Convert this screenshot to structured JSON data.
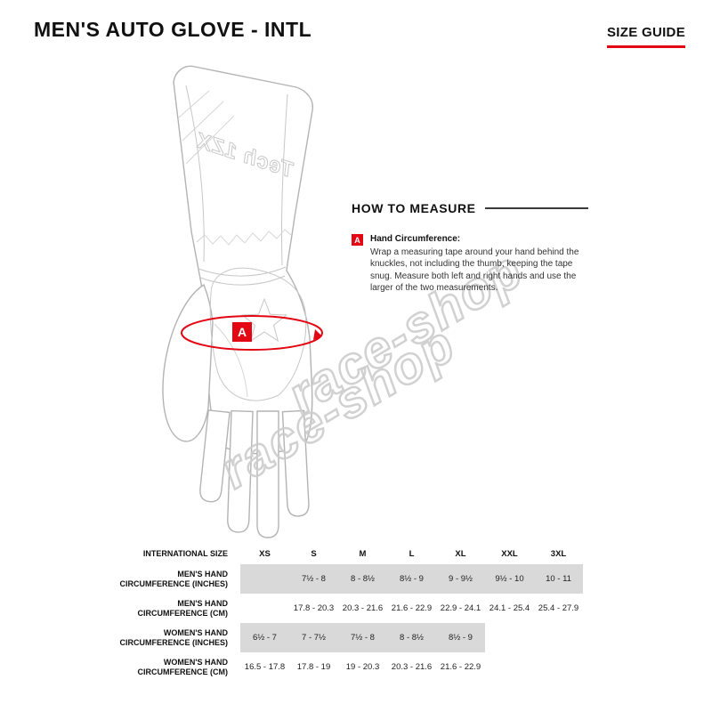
{
  "header": {
    "title": "MEN'S AUTO GLOVE - INTL",
    "size_guide_label": "SIZE GUIDE"
  },
  "colors": {
    "accent_red": "#e30613",
    "shaded_row": "#d9d9d9"
  },
  "glove": {
    "brand_text": "Tech 1ZX",
    "marker": "A"
  },
  "watermark": {
    "text": "race-shop"
  },
  "how_to_measure": {
    "heading": "HOW TO MEASURE",
    "marker": "A",
    "item_title": "Hand Circumference:",
    "item_text": "Wrap a measuring tape around your hand behind the knuckles, not including the thumb, keeping the tape snug. Measure both left and right hands and use the larger of the two measurements."
  },
  "size_table": {
    "header": [
      "INTERNATIONAL SIZE",
      "XS",
      "S",
      "M",
      "L",
      "XL",
      "XXL",
      "3XL"
    ],
    "rows": [
      {
        "label": "MEN'S HAND CIRCUMFERENCE (INCHES)",
        "cells": [
          "",
          "7½ - 8",
          "8 - 8½",
          "8½ - 9",
          "9 - 9½",
          "9½ - 10",
          "10 - 11"
        ]
      },
      {
        "label": "MEN'S HAND CIRCUMFERENCE (CM)",
        "cells": [
          "",
          "17.8 - 20.3",
          "20.3 - 21.6",
          "21.6 - 22.9",
          "22.9 - 24.1",
          "24.1 - 25.4",
          "25.4 - 27.9"
        ]
      },
      {
        "label": "WOMEN'S HAND CIRCUMFERENCE (INCHES)",
        "cells": [
          "6½ - 7",
          "7 - 7½",
          "7½ - 8",
          "8 - 8½",
          "8½ - 9",
          "",
          ""
        ]
      },
      {
        "label": "WOMEN'S HAND CIRCUMFERENCE (CM)",
        "cells": [
          "16.5 - 17.8",
          "17.8 - 19",
          "19 - 20.3",
          "20.3 - 21.6",
          "21.6 - 22.9",
          "",
          ""
        ]
      }
    ]
  }
}
